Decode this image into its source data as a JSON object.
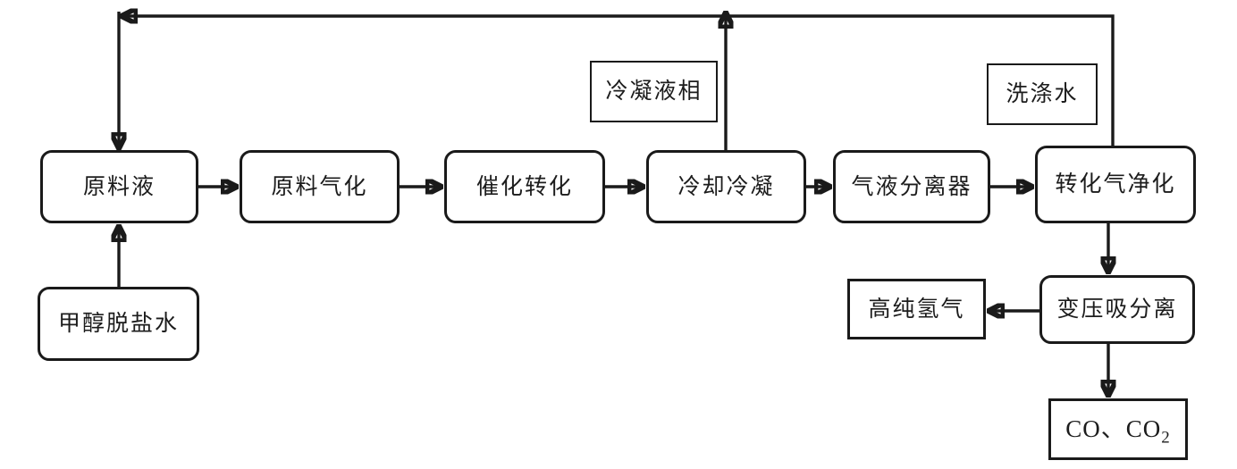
{
  "diagram": {
    "kind": "process-flow-diagram",
    "background_color": "#ffffff",
    "line_color": "#1a1a1a",
    "nodes": {
      "raw_liquid": {
        "label": "原料液",
        "shape": "rounded"
      },
      "gasification": {
        "label": "原料气化",
        "shape": "rounded"
      },
      "catalytic_conversion": {
        "label": "催化转化",
        "shape": "rounded"
      },
      "cooling_condensation": {
        "label": "冷却冷凝",
        "shape": "rounded"
      },
      "gas_liquid_separator": {
        "label": "气液分离器",
        "shape": "rounded"
      },
      "syngas_purification": {
        "label": "转化气净化",
        "shape": "rounded"
      },
      "condensate_phase": {
        "label": "冷凝液相",
        "shape": "rect-label"
      },
      "wash_water": {
        "label": "洗涤水",
        "shape": "rect-label"
      },
      "methanol_demin_water": {
        "label": "甲醇脱盐水",
        "shape": "rounded"
      },
      "psa_separation": {
        "label": "变压吸分离",
        "shape": "rounded"
      },
      "high_purity_hydrogen": {
        "label": "高纯氢气",
        "shape": "rect"
      },
      "co_co2": {
        "label_main": "CO、CO",
        "label_sub": "2",
        "shape": "rect"
      }
    },
    "edges": [
      {
        "from": "raw_liquid",
        "to": "gasification"
      },
      {
        "from": "gasification",
        "to": "catalytic_conversion"
      },
      {
        "from": "catalytic_conversion",
        "to": "cooling_condensation"
      },
      {
        "from": "cooling_condensation",
        "to": "gas_liquid_separator"
      },
      {
        "from": "gas_liquid_separator",
        "to": "syngas_purification"
      },
      {
        "from": "methanol_demin_water",
        "to": "raw_liquid"
      },
      {
        "from": "cooling_condensation",
        "to": "top_recycle_line",
        "direction": "up"
      },
      {
        "from": "syngas_purification",
        "to": "raw_liquid",
        "via": "top_recycle_line"
      },
      {
        "from": "syngas_purification",
        "to": "psa_separation"
      },
      {
        "from": "psa_separation",
        "to": "high_purity_hydrogen"
      },
      {
        "from": "psa_separation",
        "to": "co_co2"
      }
    ]
  }
}
